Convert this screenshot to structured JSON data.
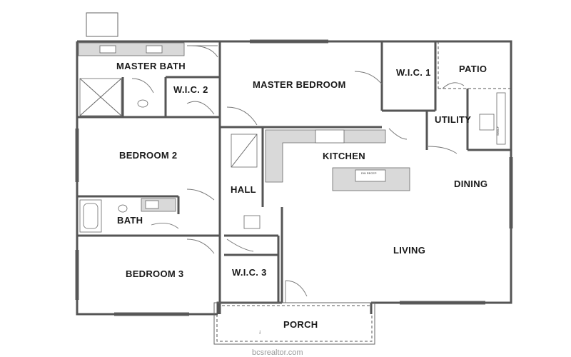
{
  "rooms": {
    "master_bath": "MASTER BATH",
    "wic1": "W.I.C. 1",
    "wic2": "W.I.C. 2",
    "wic3": "W.I.C. 3",
    "master_bedroom": "MASTER BEDROOM",
    "patio": "PATIO",
    "utility": "UTILITY",
    "bedroom2": "BEDROOM 2",
    "kitchen": "KITCHEN",
    "dining": "DINING",
    "hall": "HALL",
    "bath": "BATH",
    "living": "LIVING",
    "bedroom3": "BEDROOM 3",
    "porch": "PORCH"
  },
  "fixtures": {
    "dw_label": "DW RECEP",
    "shelf_label": "SHELF"
  },
  "watermark": "bcsrealtor.com",
  "colors": {
    "wall": "#555555",
    "counter": "#d9d9d9",
    "background": "#ffffff"
  }
}
